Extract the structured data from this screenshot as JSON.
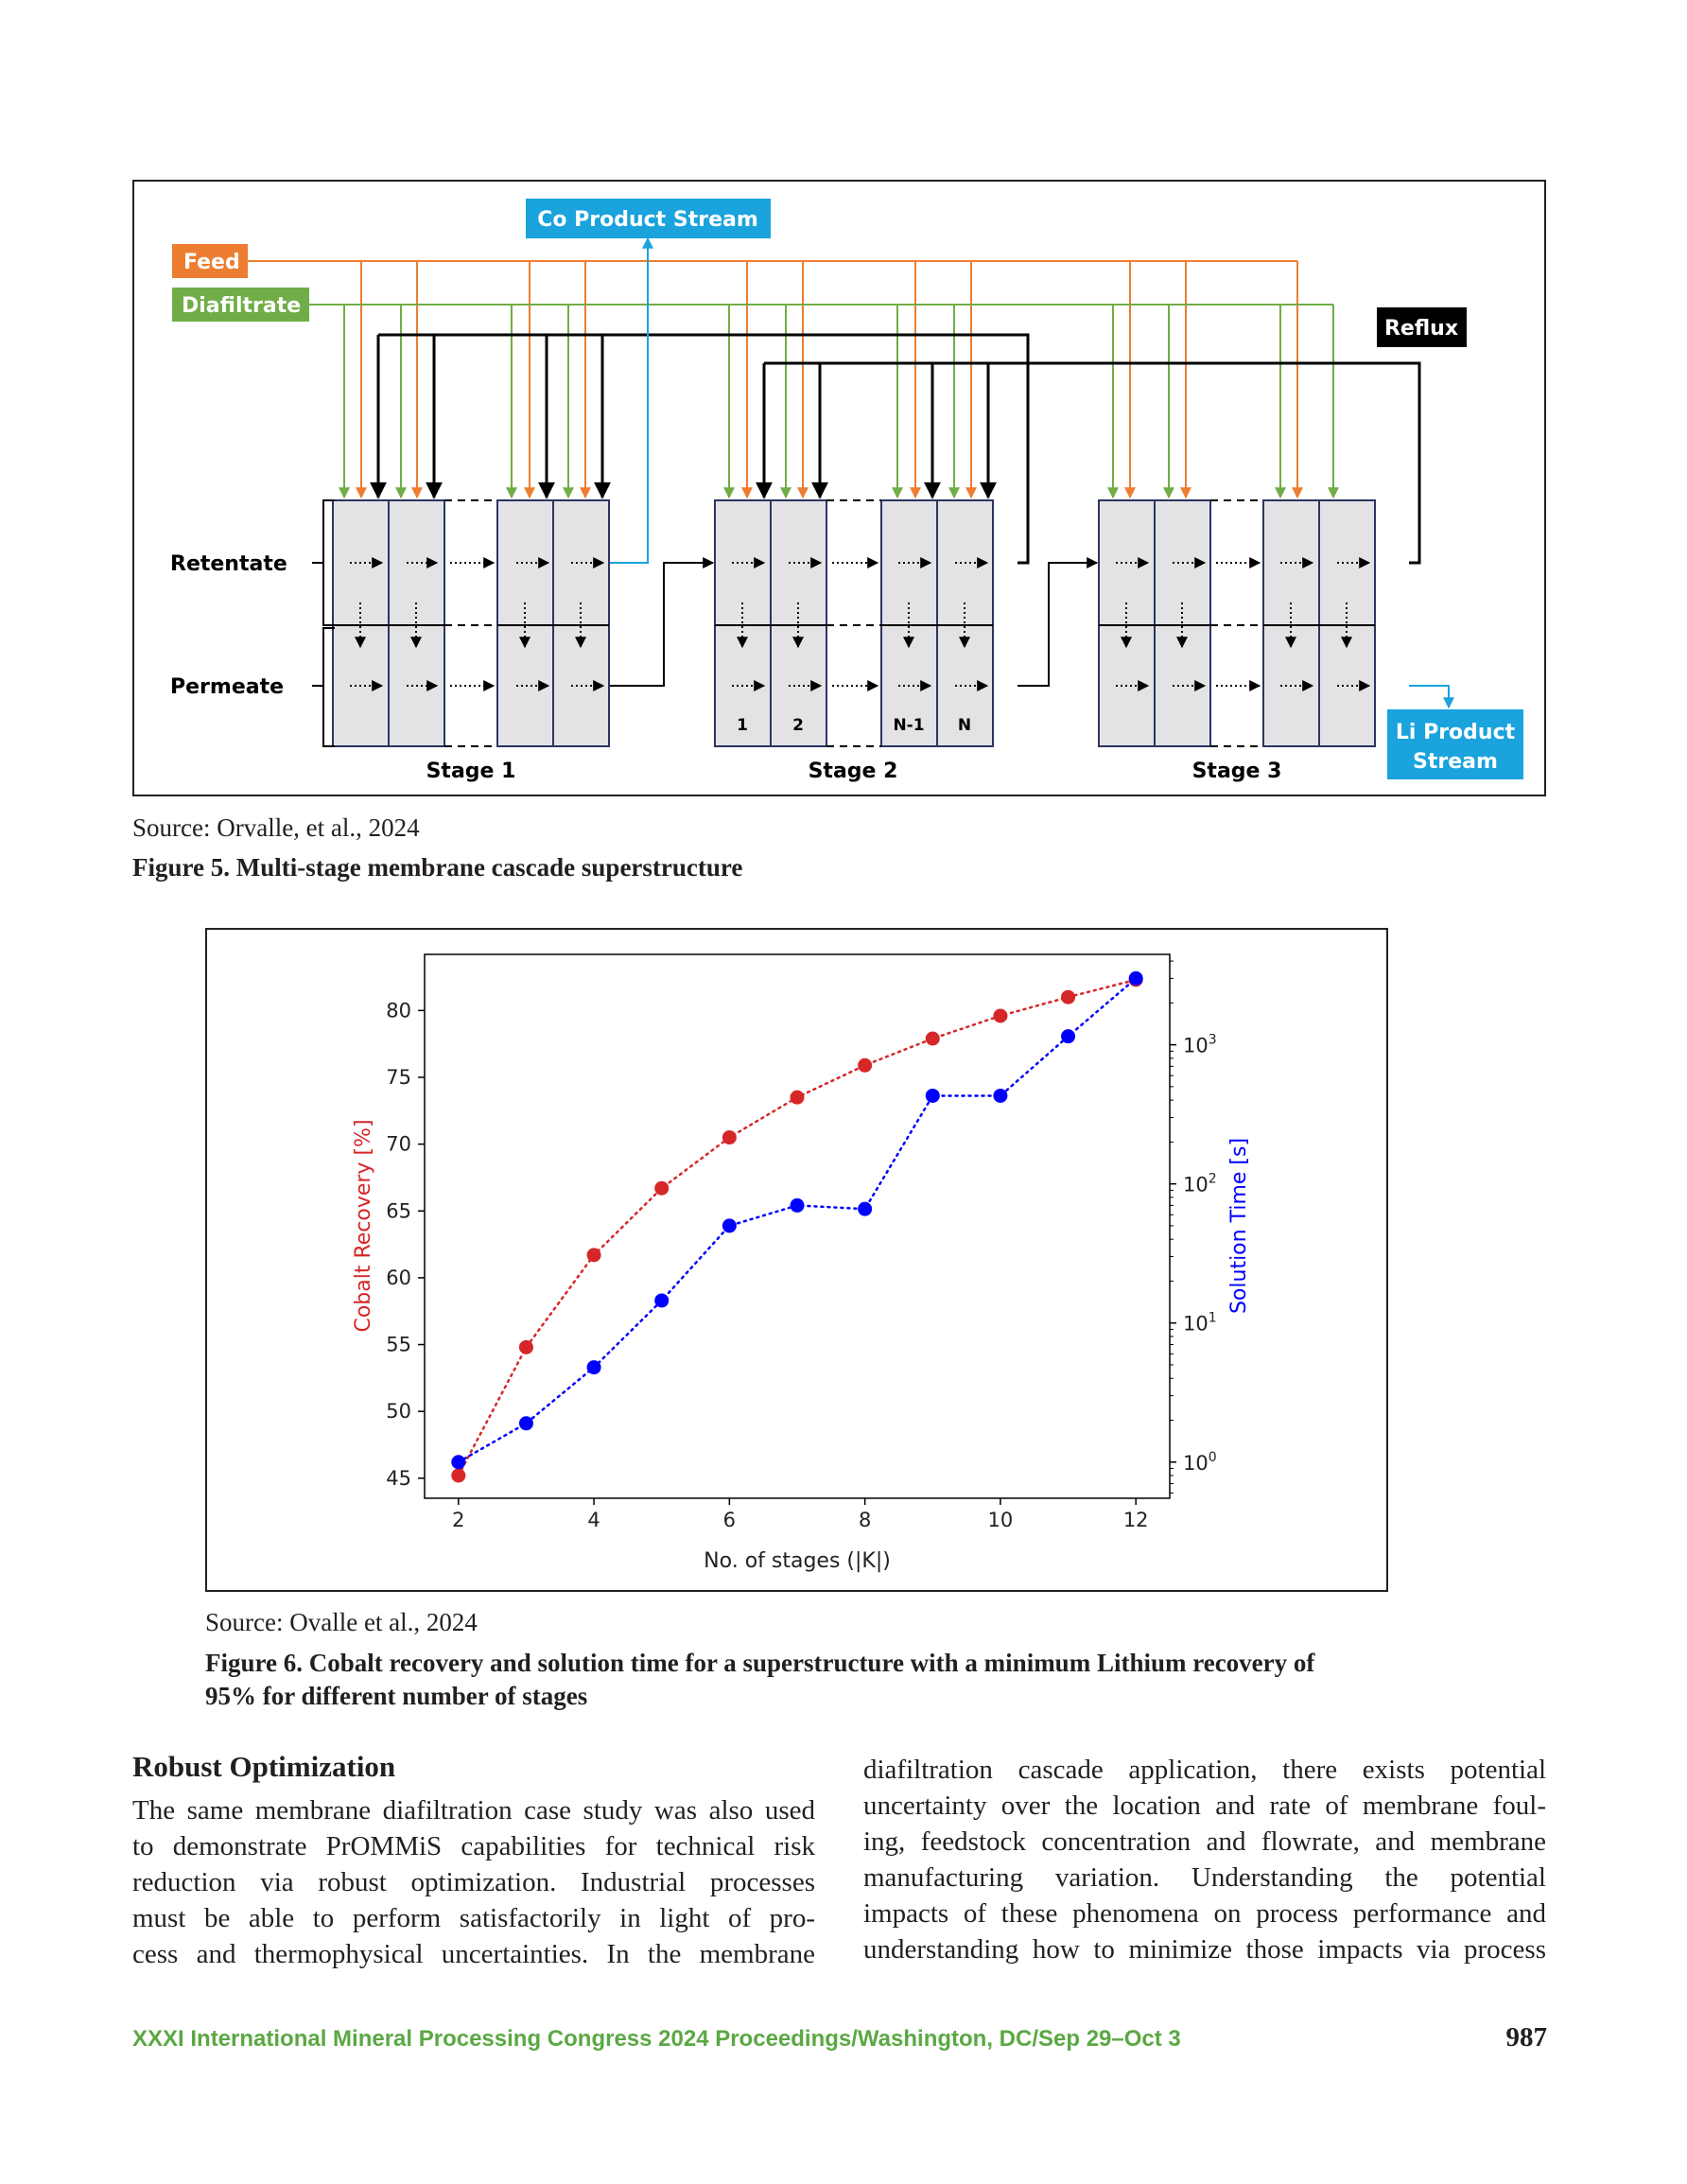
{
  "figure5": {
    "labels": {
      "co_product": "Co Product Stream",
      "feed": "Feed",
      "diafiltrate": "Diafiltrate",
      "reflux": "Reflux",
      "retentate": "Retentate",
      "permeate": "Permeate",
      "li_product_line1": "Li Product",
      "li_product_line2": "Stream",
      "stage1": "Stage 1",
      "stage2": "Stage 2",
      "stage3": "Stage 3",
      "elem_1": "1",
      "elem_2": "2",
      "elem_n1": "N-1",
      "elem_n": "N"
    },
    "colors": {
      "feed": "#ed7d31",
      "diafiltrate": "#70ad47",
      "co_blue": "#1aa3dc",
      "reflux": "#000000",
      "module_fill": "#e3e3e6",
      "module_border": "#2b3560"
    },
    "source": "Source: Orvalle, et al., 2024",
    "caption": "Figure 5. Multi-stage membrane cascade superstructure"
  },
  "figure6": {
    "source": "Source: Ovalle et al., 2024",
    "caption_line1": "Figure 6. Cobalt recovery and solution time for a superstructure with a minimum Lithium recovery of",
    "caption_line2": "95% for different number of stages"
  },
  "chart_data": {
    "type": "line",
    "x": [
      2,
      3,
      4,
      5,
      6,
      7,
      8,
      9,
      10,
      11,
      12
    ],
    "xlabel": "No. of stages (|K|)",
    "xticks": [
      "2",
      "4",
      "6",
      "8",
      "10",
      "12"
    ],
    "xlim": [
      1.5,
      12.5
    ],
    "series": [
      {
        "axis": "left",
        "color": "#d62728",
        "values": [
          45.2,
          54.8,
          61.7,
          66.7,
          70.5,
          73.5,
          75.9,
          77.9,
          79.6,
          81.0,
          82.3
        ]
      },
      {
        "axis": "right",
        "color": "#0000ff",
        "values": [
          1.0,
          1.9,
          4.8,
          14.5,
          50,
          70,
          66,
          430,
          430,
          1150,
          3000
        ]
      }
    ],
    "ylabel_left": "Cobalt Recovery [%]",
    "ylabel_right": "Solution Time [s]",
    "ylim_left": [
      43.5,
      84.2
    ],
    "yticks_left": [
      "45",
      "50",
      "55",
      "60",
      "65",
      "70",
      "75",
      "80"
    ],
    "ylim_right_log10": [
      -0.26,
      3.65
    ],
    "yticks_right": [
      {
        "base": "10",
        "exp": "0"
      },
      {
        "base": "10",
        "exp": "1"
      },
      {
        "base": "10",
        "exp": "2"
      },
      {
        "base": "10",
        "exp": "3"
      }
    ],
    "linestyle": "dotted",
    "marker": "circle",
    "grid": false
  },
  "section": {
    "heading": "Robust Optimization",
    "left_lines": [
      "The same membrane diafiltration case study was also used",
      "to demonstrate PrOMMiS capabilities for technical risk",
      "reduction via robust optimization. Industrial processes",
      "must be able to perform satisfactorily in light of pro-",
      "cess and thermophysical uncertainties. In the membrane"
    ],
    "right_lines": [
      "diafiltration cascade application, there exists potential",
      "uncertainty over the location and rate of membrane foul-",
      "ing, feedstock concentration and flowrate, and membrane",
      "manufacturing variation. Understanding the potential",
      "impacts of these phenomena on process performance and",
      "understanding how to minimize those impacts via process"
    ]
  },
  "footer": {
    "text": "XXXI International Mineral Processing Congress 2024 Proceedings/Washington, DC/Sep 29–Oct 3",
    "page": "987"
  }
}
